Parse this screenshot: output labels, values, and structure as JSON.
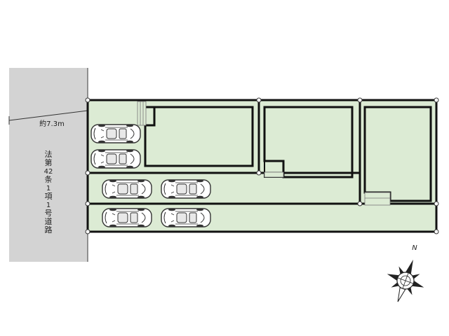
{
  "road": {
    "width_label": "約7.3m",
    "name_chars": [
      "法",
      "第",
      "42",
      "条",
      "1",
      "項",
      "1",
      "号",
      "道",
      "路"
    ]
  },
  "compass": {
    "north_label": "N"
  },
  "colors": {
    "lot_fill": "#dcebd4",
    "road_fill": "#d3d3d3",
    "line": "#111111"
  }
}
